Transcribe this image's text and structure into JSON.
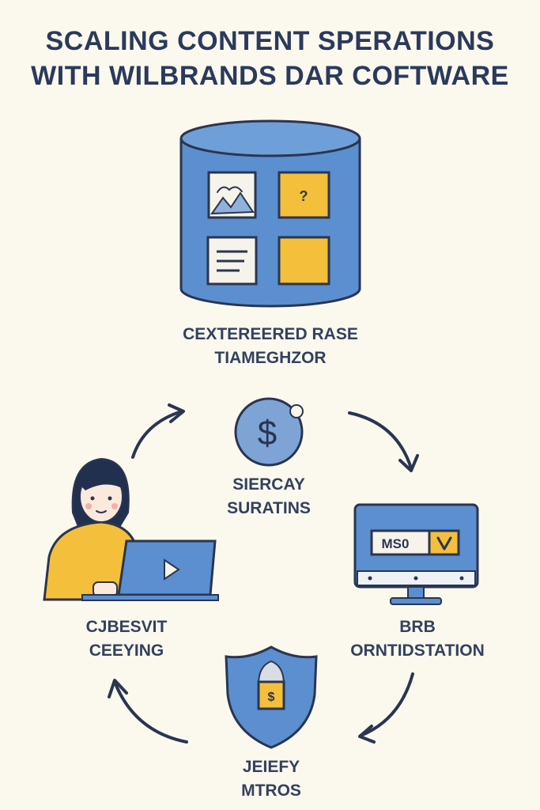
{
  "title": {
    "line1": "SCALING CONTENT SPERATIONS",
    "line2": "WITH WILBRANDS DAR COFTWARE"
  },
  "database": {
    "label_line1": "CEXTEREERED RASE",
    "label_line2": "TIAMEGHZOR",
    "tile_question": "?"
  },
  "center": {
    "icon_symbol": "$",
    "label_line1": "SIERCAY",
    "label_line2": "SURATINS"
  },
  "monitor": {
    "screen_text": "MS0",
    "label_line1": "BRB",
    "label_line2": "ORNTIDSTATION"
  },
  "person": {
    "label_line1": "CJBESVIT",
    "label_line2": "CEEYING"
  },
  "shield": {
    "tag_symbol": "$",
    "label_line1": "JEIEFY",
    "label_line2": "MTROS"
  },
  "colors": {
    "background": "#fbf8ee",
    "blue": "#5b8fcf",
    "yellow": "#f4bf3a",
    "ink": "#2a3550"
  }
}
